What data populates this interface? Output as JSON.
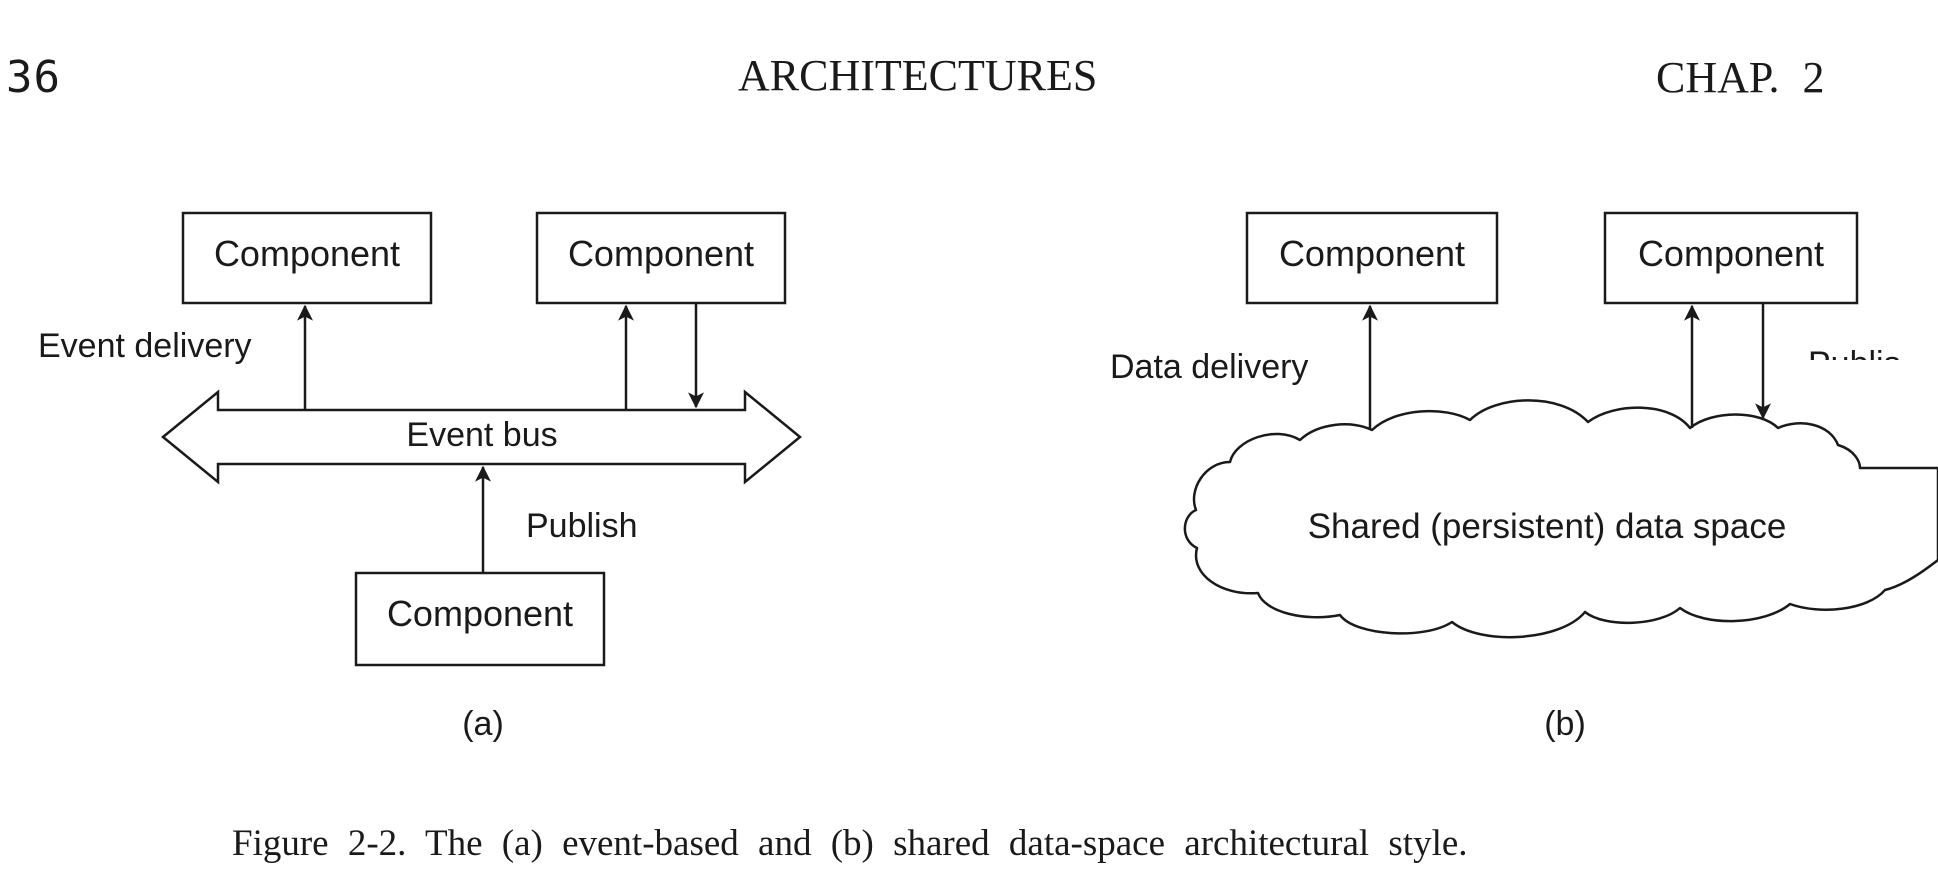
{
  "header": {
    "page_number": "36",
    "title": "ARCHITECTURES",
    "chapter": "CHAP. 2"
  },
  "figure_a": {
    "component_top_left": "Component",
    "component_top_right": "Component",
    "component_bottom": "Component",
    "event_delivery_label": "Event delivery",
    "event_bus_label": "Event bus",
    "publish_label": "Publish",
    "sublabel": "(a)"
  },
  "figure_b": {
    "component_left": "Component",
    "component_right": "Component",
    "data_delivery_label": "Data delivery",
    "publish_label": "Publish",
    "data_space_label": "Shared (persistent) data space",
    "sublabel": "(b)"
  },
  "caption": "Figure 2-2. The (a) event-based and (b) shared data-space architectural style."
}
